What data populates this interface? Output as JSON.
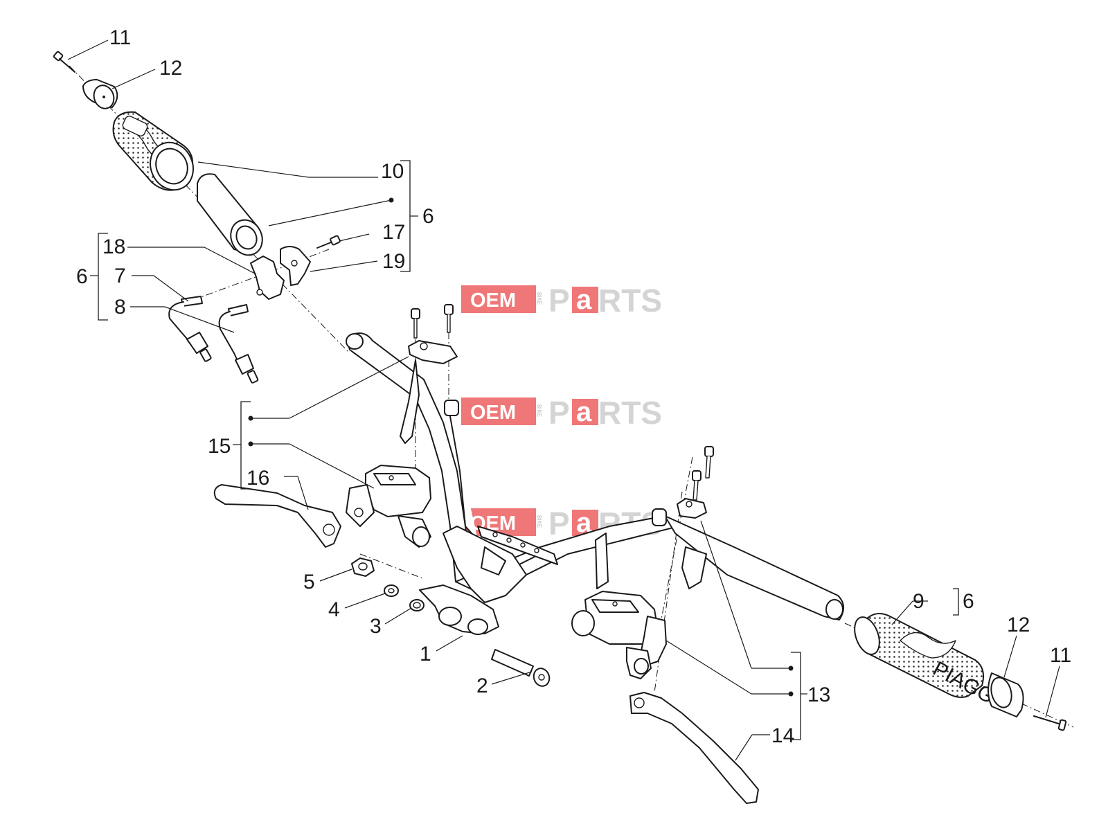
{
  "diagram": {
    "callouts": [
      {
        "id": "c11a",
        "label": "11"
      },
      {
        "id": "c12a",
        "label": "12"
      },
      {
        "id": "c10",
        "label": "10"
      },
      {
        "id": "c6a",
        "label": "6"
      },
      {
        "id": "c17",
        "label": "17"
      },
      {
        "id": "c19",
        "label": "19"
      },
      {
        "id": "c18",
        "label": "18"
      },
      {
        "id": "c6b",
        "label": "6"
      },
      {
        "id": "c7",
        "label": "7"
      },
      {
        "id": "c8",
        "label": "8"
      },
      {
        "id": "c15",
        "label": "15"
      },
      {
        "id": "c16",
        "label": "16"
      },
      {
        "id": "c5",
        "label": "5"
      },
      {
        "id": "c4",
        "label": "4"
      },
      {
        "id": "c3",
        "label": "3"
      },
      {
        "id": "c1",
        "label": "1"
      },
      {
        "id": "c2",
        "label": "2"
      },
      {
        "id": "c9",
        "label": "9"
      },
      {
        "id": "c6c",
        "label": "6"
      },
      {
        "id": "c12b",
        "label": "12"
      },
      {
        "id": "c11b",
        "label": "11"
      },
      {
        "id": "c13",
        "label": "13"
      },
      {
        "id": "c14",
        "label": "14"
      }
    ],
    "watermark": {
      "oem": "OEM",
      "bike": "BIKE",
      "p": "P",
      "a": "a",
      "rts": "RTS"
    },
    "grip_brand": "PIAGGIO"
  }
}
